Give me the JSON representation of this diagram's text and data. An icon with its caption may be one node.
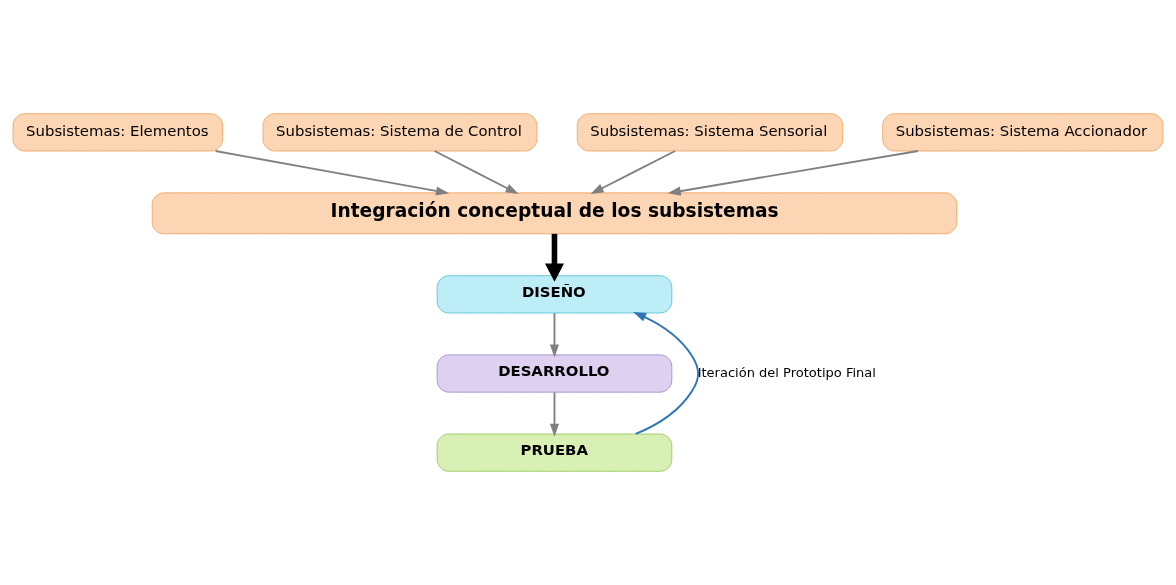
{
  "diagram": {
    "nodes": [
      {
        "text": [
          "Subsistemas: Elementos"
        ]
      },
      {
        "text": [
          "Subsistemas: Sistema de Control"
        ]
      },
      {
        "text": [
          "Subsistemas: Sistema Sensorial"
        ]
      },
      {
        "text": [
          "Subsistemas: Sistema Accionador"
        ]
      },
      {
        "text": [
          "Integración conceptual de los subsistemas"
        ]
      },
      {
        "text": [
          "DISEÑO"
        ]
      },
      {
        "text": [
          "DESARROLLO"
        ]
      },
      {
        "text": [
          "PRUEBA"
        ]
      }
    ],
    "edges": [
      {
        "from": 0,
        "to": 4,
        "arrow": "to"
      },
      {
        "from": 1,
        "to": 4,
        "arrow": "to"
      },
      {
        "from": 2,
        "to": 4,
        "arrow": "to"
      },
      {
        "from": 3,
        "to": 4,
        "arrow": "to"
      },
      {
        "from": 4,
        "to": 5,
        "arrow": "to",
        "style": "thick",
        "color": "#000000"
      },
      {
        "from": 5,
        "to": 6,
        "arrow": "to"
      },
      {
        "from": 6,
        "to": 7,
        "arrow": "to"
      },
      {
        "from": 7,
        "to": 5,
        "arrow": "to",
        "label": "Iteración del Prototipo Final",
        "color": "#2e75b6"
      }
    ]
  }
}
